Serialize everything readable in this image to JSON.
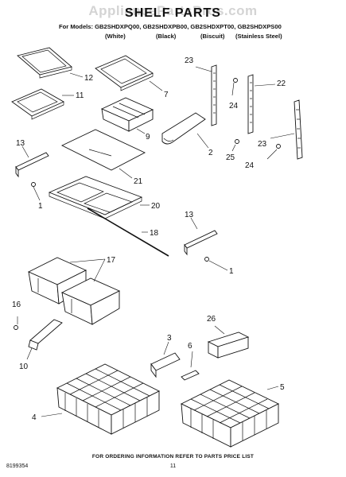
{
  "watermark": "AppliancePartsPros.com",
  "title": "SHELF PARTS",
  "models_line": "For Models: GB2SHDXPQ00, GB2SHDXPB00, GB2SHDXPT00, GB2SHDXPS00",
  "variants": [
    "(White)",
    "(Black)",
    "(Biscuit)",
    "(Stainless Steel)"
  ],
  "callouts": {
    "n12": "12",
    "n11": "11",
    "n7": "7",
    "n9": "9",
    "n21": "21",
    "n13a": "13",
    "n1a": "1",
    "n20": "20",
    "n18": "18",
    "n13b": "13",
    "n1b": "1",
    "n17": "17",
    "n16": "16",
    "n10": "10",
    "n4": "4",
    "n3": "3",
    "n6": "6",
    "n5": "5",
    "n26": "26",
    "n23a": "23",
    "n24a": "24",
    "n22": "22",
    "n2": "2",
    "n25": "25",
    "n23b": "23",
    "n24b": "24"
  },
  "footer_note": "FOR ORDERING INFORMATION REFER TO PARTS PRICE LIST",
  "page_number": "11",
  "doc_number": "8199354"
}
